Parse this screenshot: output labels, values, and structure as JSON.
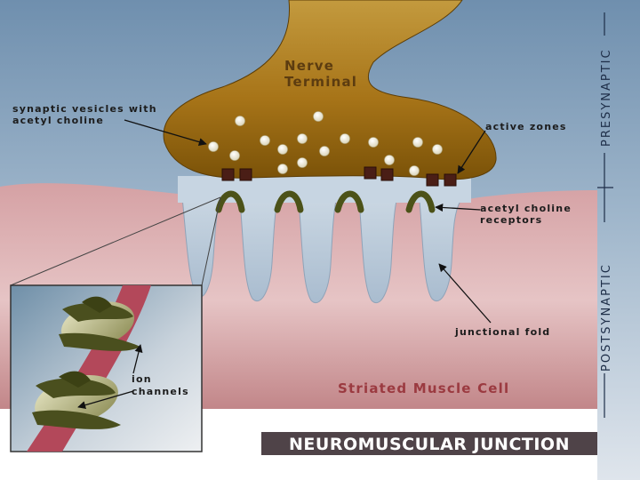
{
  "labels": {
    "nerve_terminal_line1": "Nerve",
    "nerve_terminal_line2": "Terminal",
    "vesicles_line1": "synaptic vesicles with",
    "vesicles_line2": "acetyl choline",
    "active_zones": "active zones",
    "receptors_line1": "acetyl choline",
    "receptors_line2": "receptors",
    "junctional_fold": "junctional fold",
    "ion_line1": "ion",
    "ion_line2": "channels",
    "muscle_cell": "Striated Muscle Cell",
    "presynaptic": "PRESYNAPTIC",
    "postsynaptic": "POSTSYNAPTIC",
    "banner": "NEUROMUSCULAR JUNCTION"
  },
  "colors": {
    "nerve_terminal": "#9a6a14",
    "muscle": "#c88f92",
    "cleft": "#b9cadb",
    "receptor": "#4c5218",
    "active_zone": "#4a1e16",
    "vesicle": "#f2eedc",
    "banner_bg": "#4f4348"
  }
}
